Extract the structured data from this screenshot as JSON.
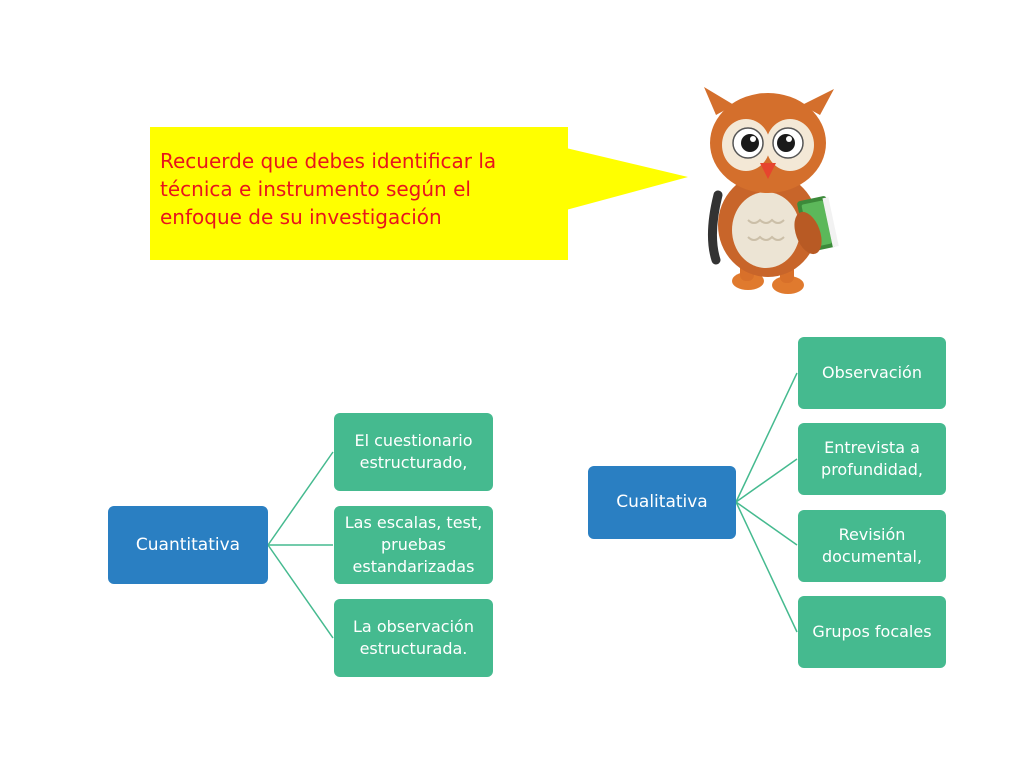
{
  "callout": {
    "lines": [
      "Recuerde que debes identificar la",
      "técnica e instrumento según el",
      "enfoque de su investigación"
    ]
  },
  "colors": {
    "callout_bg": "#ffff00",
    "callout_text": "#e8151c",
    "root_node": "#2a7fc2",
    "leaf_node": "#45ba8f",
    "connector": "#45ba8f"
  },
  "icons": [
    "owl-mascot-icon"
  ],
  "left_tree": {
    "root": "Cuantitativa",
    "children": [
      "El cuestionario\nestructurado,",
      "Las escalas, test,\npruebas\nestandarizadas",
      "La observación\nestructurada."
    ]
  },
  "right_tree": {
    "root": "Cualitativa",
    "children": [
      "Observación",
      "Entrevista a\nprofundidad,",
      "Revisión\ndocumental,",
      "Grupos focales"
    ]
  }
}
